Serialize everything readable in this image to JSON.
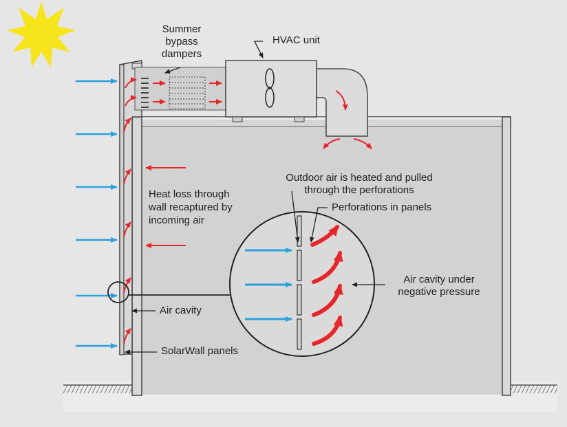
{
  "labels": {
    "summer_bypass_dampers": [
      "Summer",
      "bypass",
      "dampers"
    ],
    "hvac_unit": "HVAC unit",
    "outdoor_air_heated": [
      "Outdoor air is heated and pulled",
      "through the perforations"
    ],
    "perforations_in_panels": "Perforations in panels",
    "heat_loss": [
      "Heat loss through",
      "wall recaptured by",
      "incoming air"
    ],
    "air_cavity_under_pressure": [
      "Air cavity under",
      "negative pressure"
    ],
    "air_cavity": "Air cavity",
    "solarwall_panels": "SolarWall panels"
  },
  "colors": {
    "background": "#e6e6e6",
    "panel": "#d9d9d9",
    "outline": "#333333",
    "incoming_air_arrow": "#2aa0dc",
    "heated_air_arrow": "#e8262a",
    "sun": "#f7e51c"
  },
  "icons": {
    "sun": "sun-icon",
    "fan": "fan-icon"
  }
}
